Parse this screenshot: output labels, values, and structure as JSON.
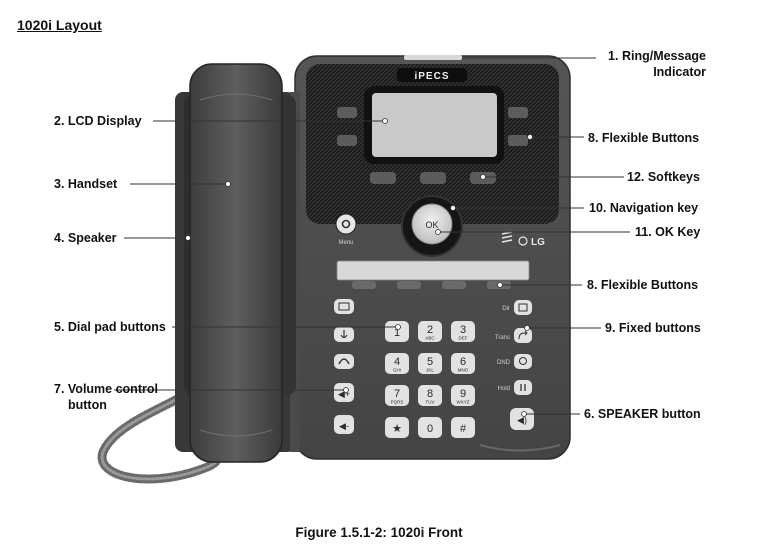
{
  "page_title": "1020i Layout",
  "caption": "Figure 1.5.1-2: 1020i Front",
  "brand": {
    "top_logo": "iPECS",
    "corner_logo": "LG"
  },
  "labels": {
    "ring_indicator": [
      "1. Ring/Message",
      "Indicator"
    ],
    "lcd_display": "2. LCD Display",
    "handset": "3. Handset",
    "speaker": "4. Speaker",
    "dial_pad": "5. Dial pad buttons",
    "speaker_button": "6. SPEAKER button",
    "volume": [
      "7. Volume control",
      "button"
    ],
    "flexible_top": "8. Flexible Buttons",
    "flexible_bottom": "8. Flexible Buttons",
    "fixed": "9. Fixed buttons",
    "navigation": "10. Navigation key",
    "ok_key": "11. OK Key",
    "softkeys": "12. Softkeys"
  },
  "phone_text": {
    "menu": "Menu",
    "ok": "OK",
    "side_labels": [
      "Dir",
      "Trans",
      "DND",
      "Hold"
    ]
  },
  "dial_keys": [
    {
      "digit": "1",
      "letters": ""
    },
    {
      "digit": "2",
      "letters": "ABC"
    },
    {
      "digit": "3",
      "letters": "DEF"
    },
    {
      "digit": "4",
      "letters": "GHI"
    },
    {
      "digit": "5",
      "letters": "JKL"
    },
    {
      "digit": "6",
      "letters": "MNO"
    },
    {
      "digit": "7",
      "letters": "PQRS"
    },
    {
      "digit": "8",
      "letters": "TUV"
    },
    {
      "digit": "9",
      "letters": "WXYZ"
    },
    {
      "digit": "★",
      "letters": ""
    },
    {
      "digit": "0",
      "letters": ""
    },
    {
      "digit": "#",
      "letters": ""
    }
  ],
  "colors": {
    "body": "#4a4a4a",
    "speaker_grille": "#1c1c1c",
    "lcd": "#c9c9c9",
    "keys": "#e2e2e2",
    "leader": "#333333"
  }
}
